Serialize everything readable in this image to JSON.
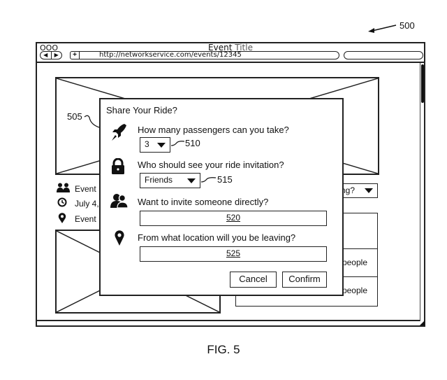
{
  "figure": {
    "caption": "FIG. 5",
    "ref_window": "500",
    "ref_dialog": "505",
    "ref_passenger_select": "510",
    "ref_visibility_select": "515",
    "ref_invite_field": "520",
    "ref_location_field": "525"
  },
  "window": {
    "traffic_lights": "OOO",
    "title_bold": "Event",
    "title_light": "Title",
    "back_icon": "◀",
    "forward_icon": "▶",
    "add_icon": "+",
    "url": "http://networkservice.com/events/12345",
    "search_value": ""
  },
  "event_page": {
    "info_rows": [
      {
        "icon": "attendees-icon",
        "text": "Event"
      },
      {
        "icon": "clock-icon",
        "text": "July 4,"
      },
      {
        "icon": "location-pin-icon",
        "text": "Event"
      }
    ],
    "going_select_visible_text": "ng?",
    "side_rows": [
      "people",
      "people"
    ]
  },
  "dialog": {
    "title": "Share Your Ride?",
    "questions": [
      {
        "icon": "rocket-icon",
        "label": "How many passengers can you take?",
        "control": "select",
        "value": "3"
      },
      {
        "icon": "lock-icon",
        "label": "Who should see your ride invitation?",
        "control": "select",
        "value": "Friends"
      },
      {
        "icon": "add-people-icon",
        "label": "Want to invite someone directly?",
        "control": "text",
        "value": "520"
      },
      {
        "icon": "location-pin-icon",
        "label": "From what location will you be leaving?",
        "control": "text",
        "value": "525"
      }
    ],
    "cancel_label": "Cancel",
    "confirm_label": "Confirm"
  }
}
